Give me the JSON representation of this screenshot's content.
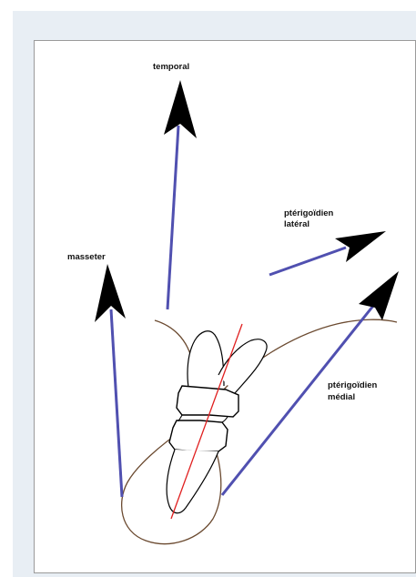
{
  "labels": {
    "temporal": "temporal",
    "pterygoid_lateral_line1": "ptérigoïdien",
    "pterygoid_lateral_line2": "latéral",
    "masseter": "masseter",
    "pterygoid_medial_line1": "ptérigoïdien",
    "pterygoid_medial_line2": "médial"
  },
  "colors": {
    "muscle_vector": "#5050b0",
    "arrow_head": "#000000",
    "outline": "#000000",
    "mandible_outline": "#6b4a30",
    "axis_line": "#e02020"
  }
}
